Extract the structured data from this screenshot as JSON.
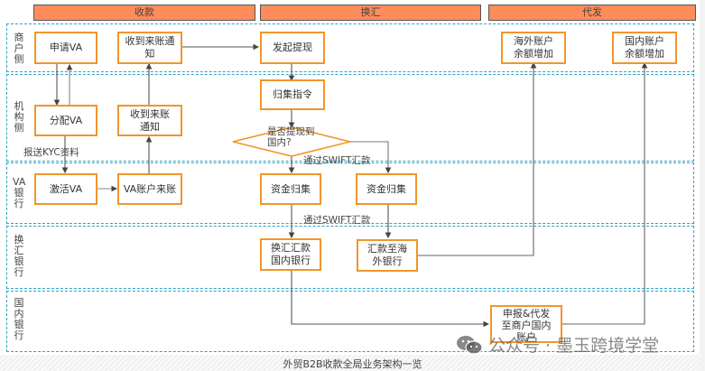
{
  "phases": [
    "收款",
    "换汇",
    "代发"
  ],
  "lanes": [
    "商户侧",
    "机构侧",
    "VA银行",
    "换汇银行",
    "国内银行"
  ],
  "nodes": {
    "apply_va": "申请VA",
    "receive_notice_merchant": "收到来账通知",
    "initiate_withdraw": "发起提现",
    "overseas_balance_up": "海外账户余额增加",
    "domestic_balance_up": "国内账户余额增加",
    "assign_va": "分配VA",
    "receive_notice_inst": "收到来账通知",
    "collect_instruction": "归集指令",
    "decision_domestic": "是否提现到国内?",
    "activate_va": "激活VA",
    "va_incoming": "VA账户来账",
    "fund_collect_1": "资金归集",
    "fund_collect_2": "资金归集",
    "fx_remit_domestic_bank": "换汇汇款国内银行",
    "remit_overseas_bank": "汇款至海外银行",
    "declare_disburse": "申报&代发至商户国内账户"
  },
  "edge_labels": {
    "kyc": "报送KYC资料",
    "swift_1": "通过SWIFT汇款",
    "swift_2": "通过SWIFT汇款"
  },
  "caption": "外贸B2B收款全局业务架构一览",
  "watermark": "公众号 · 墨玉跨境学堂",
  "colors": {
    "phase_bg": "#ff8c5a",
    "box_border": "#f0962a",
    "lane_border": "#2fa3c4"
  }
}
